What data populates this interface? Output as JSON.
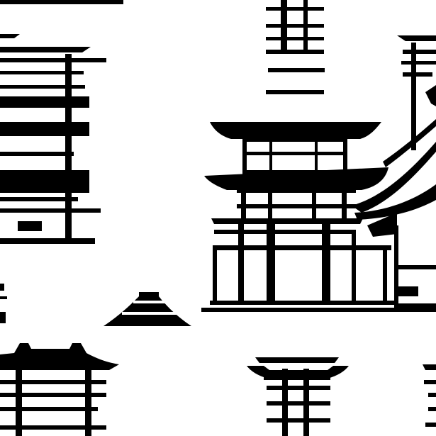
{
  "image": {
    "kind": "seamless pattern",
    "background": "#ffffff",
    "ink": "#000000",
    "motifs": [
      "pagoda-left",
      "gate-top",
      "gate-right-top",
      "temple-center",
      "roof-small",
      "gate-bottom-left",
      "torii-bottom-center",
      "gate-bottom-right"
    ]
  }
}
